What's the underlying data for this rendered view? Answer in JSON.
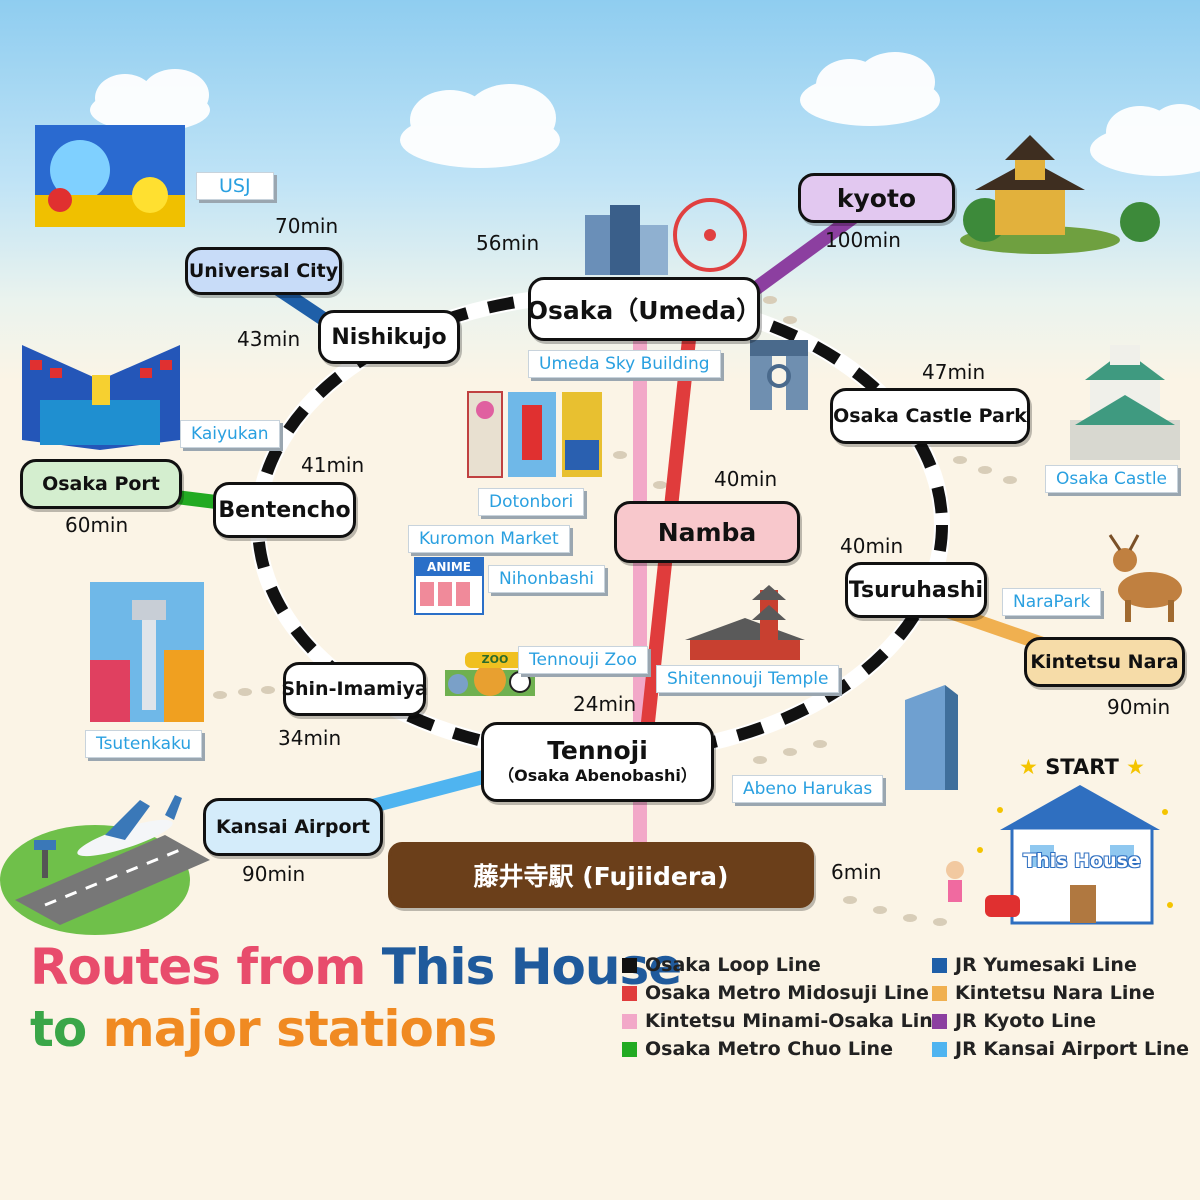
{
  "stations": {
    "umeda": "Osaka（Umeda）",
    "kyoto": "kyoto",
    "universal_city": "Universal  City",
    "nishikujo": "Nishikujo",
    "osaka_castle_park": "Osaka Castle Park",
    "osaka_port": "Osaka Port",
    "bentencho": "Bentencho",
    "namba": "Namba",
    "tsuruhashi": "Tsuruhashi",
    "kintetsu_nara": "Kintetsu  Nara",
    "shin_imamiya": "Shin-Imamiya",
    "tennoji": "Tennoji",
    "tennoji_sub": "（Osaka  Abenobashi）",
    "kansai_airport": "Kansai Airport",
    "fujiidera": "藤井寺駅 (Fujiidera)"
  },
  "times": {
    "umeda": "56min",
    "kyoto": "100min",
    "universal_city": "70min",
    "nishikujo": "43min",
    "osaka_castle_park": "47min",
    "bentencho": "41min",
    "osaka_port": "60min",
    "namba": "40min",
    "tsuruhashi": "40min",
    "kintetsu_nara": "90min",
    "tennoji": "24min",
    "shin_imamiya": "34min",
    "kansai_airport": "90min",
    "walk": "6min"
  },
  "spots": {
    "usj": "USJ",
    "umeda_sky": "Umeda Sky Building",
    "kaiyukan": "Kaiyukan",
    "osaka_castle": "Osaka Castle",
    "dotonbori": "Dotonbori",
    "kuromon": "Kuromon Market",
    "nihonbashi": "Nihonbashi",
    "anime_sign": "ANIME",
    "narapark": "NaraPark",
    "tennouji_zoo": "Tennouji Zoo",
    "zoo_sign": "ZOO",
    "shitennouji": "Shitennouji Temple",
    "tsutenkaku": "Tsutenkaku",
    "abeno_harukas": "Abeno Harukas"
  },
  "house": {
    "start": "START",
    "label": "This House"
  },
  "title": {
    "line1_a": "Routes from ",
    "line1_b": "This House",
    "line2_a": "to ",
    "line2_b": "major stations"
  },
  "legend": [
    {
      "label": "Osaka Loop Line",
      "color": "#111111"
    },
    {
      "label": "Osaka Metro Midosuji Line",
      "color": "#e03c3c"
    },
    {
      "label": "Kintetsu Minami-Osaka Line",
      "color": "#f2a8c8"
    },
    {
      "label": "Osaka Metro Chuo Line",
      "color": "#22aa22"
    },
    {
      "label": "JR Yumesaki Line",
      "color": "#1f5fa8"
    },
    {
      "label": "Kintetsu Nara Line",
      "color": "#f0b050"
    },
    {
      "label": "JR Kyoto Line",
      "color": "#8c3fa0"
    },
    {
      "label": "JR Kansai Airport Line",
      "color": "#4fb4f0"
    }
  ],
  "colors": {
    "title_pink": "#e84c6c",
    "title_blue": "#1f5a9c",
    "title_green": "#3aa648",
    "title_orange": "#f08a22",
    "fujiidera_bg": "#6b3f1a"
  }
}
